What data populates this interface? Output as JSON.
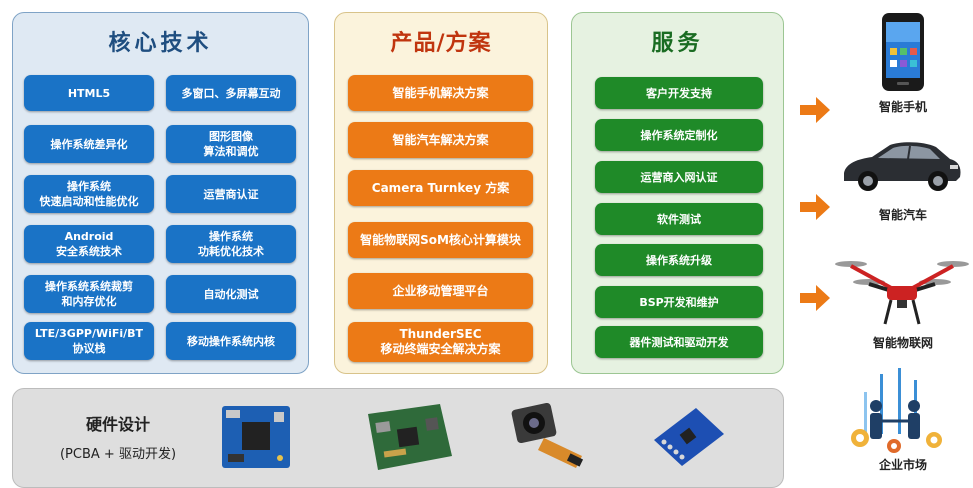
{
  "core": {
    "title": "核心技术",
    "items": [
      "HTML5",
      "多窗口、多屏幕互动",
      "操作系统差异化",
      "图形图像\n算法和调优",
      "操作系统\n快速启动和性能优化",
      "运营商认证",
      "Android\n安全系统技术",
      "操作系统\n功耗优化技术",
      "操作系统系统裁剪\n和内存优化",
      "自动化测试",
      "LTE/3GPP/WiFi/BT\n协议栈",
      "移动操作系统内核"
    ]
  },
  "products": {
    "title": "产品/方案",
    "items": [
      "智能手机解决方案",
      "智能汽车解决方案",
      "Camera Turnkey 方案",
      "智能物联网SoM核心计算模块",
      "企业移动管理平台",
      "ThunderSEC\n移动终端安全解决方案"
    ]
  },
  "services": {
    "title": "服务",
    "items": [
      "客户开发支持",
      "操作系统定制化",
      "运营商入网认证",
      "软件测试",
      "操作系统升级",
      "BSP开发和维护",
      "器件测试和驱动开发"
    ]
  },
  "targets": [
    "智能手机",
    "智能汽车",
    "智能物联网",
    "企业市场"
  ],
  "hardware": {
    "title": "硬件设计",
    "subtitle": "(PCBA + 驱动开发)"
  },
  "colors": {
    "core_bg": "#dfe9f3",
    "core_border": "#7fa3c6",
    "products_bg": "#fbf3dc",
    "products_border": "#d8c38a",
    "services_bg": "#e6f2e1",
    "services_border": "#9cc693",
    "hardware_bg": "#dedede",
    "blue": "#1a73c6",
    "orange": "#ec7a16",
    "green": "#1f8a28",
    "arrow": "#ec7a16"
  }
}
